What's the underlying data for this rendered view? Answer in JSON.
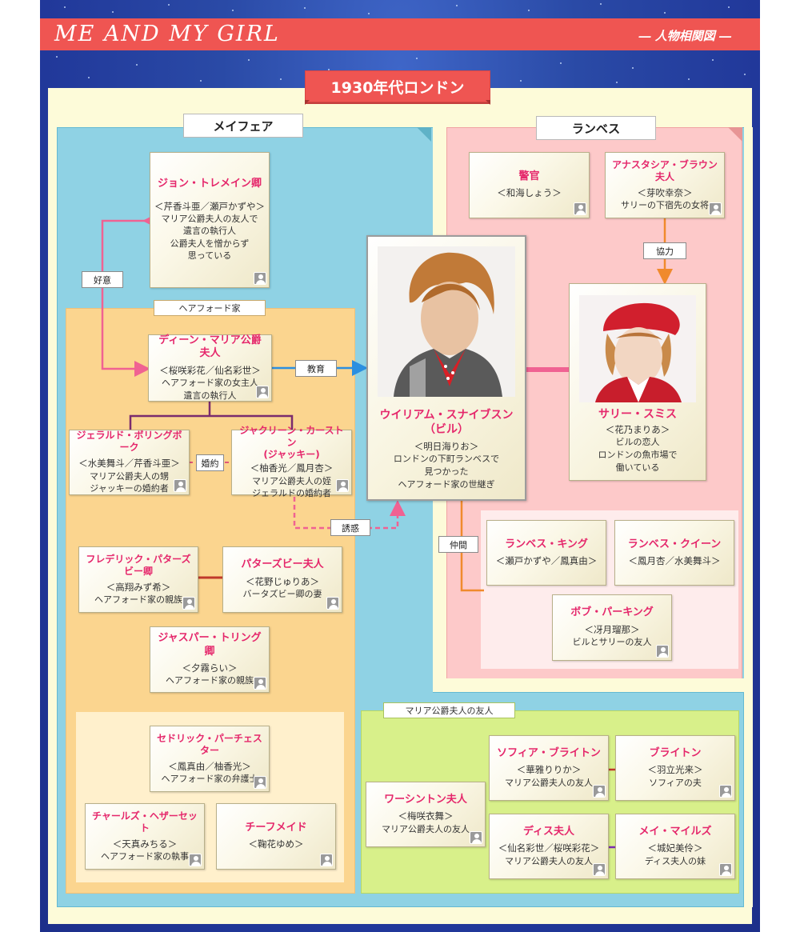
{
  "header": {
    "title": "ME AND MY GIRL",
    "subtitle": "― 人物相関図 ―"
  },
  "era": "1930年代ロンドン",
  "regions": {
    "mayfair": "メイフェア",
    "lambeth": "ランベス",
    "hareford": "ヘアフォード家",
    "maria_friends": "マリア公爵夫人の友人"
  },
  "relations": {
    "affection": "好意",
    "education": "教育",
    "engaged": "婚約",
    "seduction": "誘惑",
    "cooperation": "協力",
    "companions": "仲間"
  },
  "characters": {
    "john": {
      "name": "ジョン・トレメイン卿",
      "cast": "＜芹香斗亜／瀬戸かずや＞",
      "desc": "マリア公爵夫人の友人で\n遺言の執行人\n公爵夫人を憎からず\n思っている"
    },
    "maria": {
      "name": "ディーン・マリア公爵夫人",
      "cast": "＜桜咲彩花／仙名彩世＞",
      "desc": "ヘアフォード家の女主人\n遺言の執行人"
    },
    "gerald": {
      "name": "ジェラルド・ボリングボーク",
      "cast": "＜水美舞斗／芹香斗亜＞",
      "desc": "マリア公爵夫人の甥\nジャッキーの婚約者"
    },
    "jackie": {
      "name": "ジャクリーン・カーストン\n(ジャッキー)",
      "cast": "＜柚香光／鳳月杏＞",
      "desc": "マリア公爵夫人の姪\nジェラルドの婚約者"
    },
    "frederick": {
      "name": "フレデリック・パターズビー卿",
      "cast": "＜高翔みず希＞",
      "desc": "ヘアフォード家の親族"
    },
    "mrs_battersby": {
      "name": "パターズビー夫人",
      "cast": "＜花野じゅりあ＞",
      "desc": "バータズビー卿の妻"
    },
    "jasper": {
      "name": "ジャスパー・トリング卿",
      "cast": "＜夕霧らい＞",
      "desc": "ヘアフォード家の親族"
    },
    "cedric": {
      "name": "セドリック・パーチェスター",
      "cast": "＜鳳真由／柚香光＞",
      "desc": "ヘアフォード家の弁護士"
    },
    "charles": {
      "name": "チャールズ・ヘザーセット",
      "cast": "＜天真みちる＞",
      "desc": "ヘアフォード家の執事"
    },
    "chief_maid": {
      "name": "チーフメイド",
      "cast": "＜鞠花ゆめ＞",
      "desc": ""
    },
    "bill": {
      "name": "ウイリアム・スナイブスン\n（ビル）",
      "cast": "＜明日海りお＞",
      "desc": "ロンドンの下町ランベスで\n見つかった\nヘアフォード家の世継ぎ"
    },
    "sally": {
      "name": "サリー・スミス",
      "cast": "＜花乃まりあ＞",
      "desc": "ビルの恋人\nロンドンの魚市場で\n働いている"
    },
    "police": {
      "name": "警官",
      "cast": "＜和海しょう＞",
      "desc": ""
    },
    "anastasia": {
      "name": "アナスタシア・ブラウン夫人",
      "cast": "＜芽吹幸奈＞",
      "desc": "サリーの下宿先の女将"
    },
    "lambeth_king": {
      "name": "ランベス・キング",
      "cast": "＜瀬戸かずや／鳳真由＞",
      "desc": ""
    },
    "lambeth_queen": {
      "name": "ランベス・クイーン",
      "cast": "＜鳳月杏／水美舞斗＞",
      "desc": ""
    },
    "bob": {
      "name": "ボブ・パーキング",
      "cast": "＜冴月瑠那＞",
      "desc": "ビルとサリーの友人"
    },
    "worthington": {
      "name": "ワーシントン夫人",
      "cast": "＜梅咲衣舞＞",
      "desc": "マリア公爵夫人の友人"
    },
    "sophia": {
      "name": "ソフィア・ブライトン",
      "cast": "＜華雅りりか＞",
      "desc": "マリア公爵夫人の友人"
    },
    "brighton": {
      "name": "ブライトン",
      "cast": "＜羽立光来＞",
      "desc": "ソフィアの夫"
    },
    "mrs_diss": {
      "name": "ディス夫人",
      "cast": "＜仙名彩世／桜咲彩花＞",
      "desc": "マリア公爵夫人の友人"
    },
    "may_miles": {
      "name": "メイ・マイルズ",
      "cast": "＜城妃美伶＞",
      "desc": "ディス夫人の妹"
    }
  },
  "colors": {
    "title_band": "#ef5552",
    "name_text": "#e5276b",
    "mayfair_bg": "#8fd2e4",
    "lambeth_bg": "#fdc9c9",
    "hareford_bg": "#fbd58f",
    "friends_bg": "#d8f08a",
    "affection_line": "#f06292",
    "education_line": "#2b8fe0",
    "seduction_line": "#f06292",
    "cooperation_line": "#f08a2c",
    "couple_line": "#f06292",
    "family_line": "#7b2b6e",
    "marriage_line": "#c0392b"
  },
  "icons": [
    "user-avatar-icon",
    "arrow-right-icon",
    "arrow-down-icon",
    "arrow-up-icon"
  ]
}
